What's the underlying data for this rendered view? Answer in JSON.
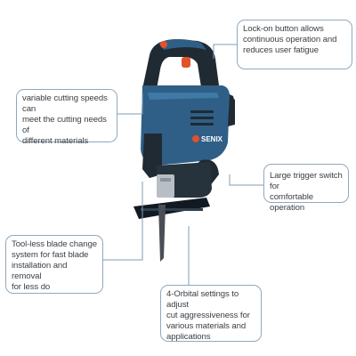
{
  "brand_label": "SENIX",
  "colors": {
    "body_blue": "#2f5f86",
    "body_dark": "#1f2a33",
    "accent_orange": "#e0522a",
    "leader_line": "#7f9db6",
    "callout_border": "#8fa9bf"
  },
  "callouts": {
    "lock_on": [
      "Lock-on button allows",
      "continuous operation and",
      "reduces user fatigue"
    ],
    "speed": [
      "variable cutting speeds can",
      "meet the cutting needs of",
      "different materials"
    ],
    "trigger": [
      "Large trigger switch for",
      "comfortable operation"
    ],
    "blade": [
      "Tool-less blade change",
      "system for fast blade",
      "installation and removal",
      "for less do"
    ],
    "orbital": [
      "4-Orbital settings to adjust",
      "cut aggressiveness for",
      "various materials and",
      "applications"
    ]
  }
}
